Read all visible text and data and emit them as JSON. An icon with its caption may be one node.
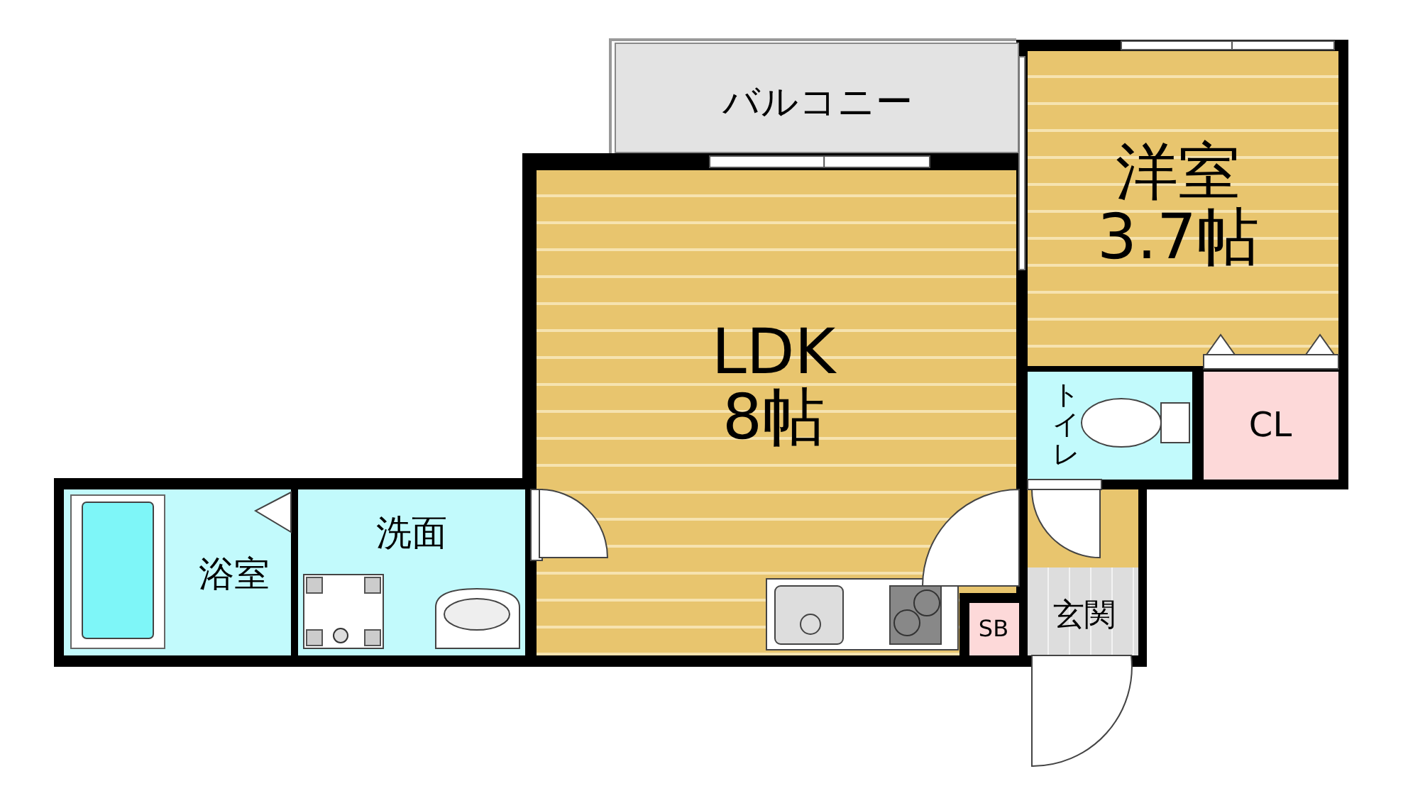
{
  "diagram": {
    "nodes": [
      {
        "text": [
          "バルコニー"
        ]
      },
      {
        "text": [
          "LDK 8帖"
        ]
      },
      {
        "text": [
          "洋室 3.7帖"
        ]
      },
      {
        "text": [
          "トイレ"
        ]
      },
      {
        "text": [
          "CL"
        ]
      },
      {
        "text": [
          "浴室"
        ]
      },
      {
        "text": [
          "洗面"
        ]
      },
      {
        "text": [
          "SB"
        ]
      },
      {
        "text": [
          "玄関"
        ]
      }
    ]
  }
}
